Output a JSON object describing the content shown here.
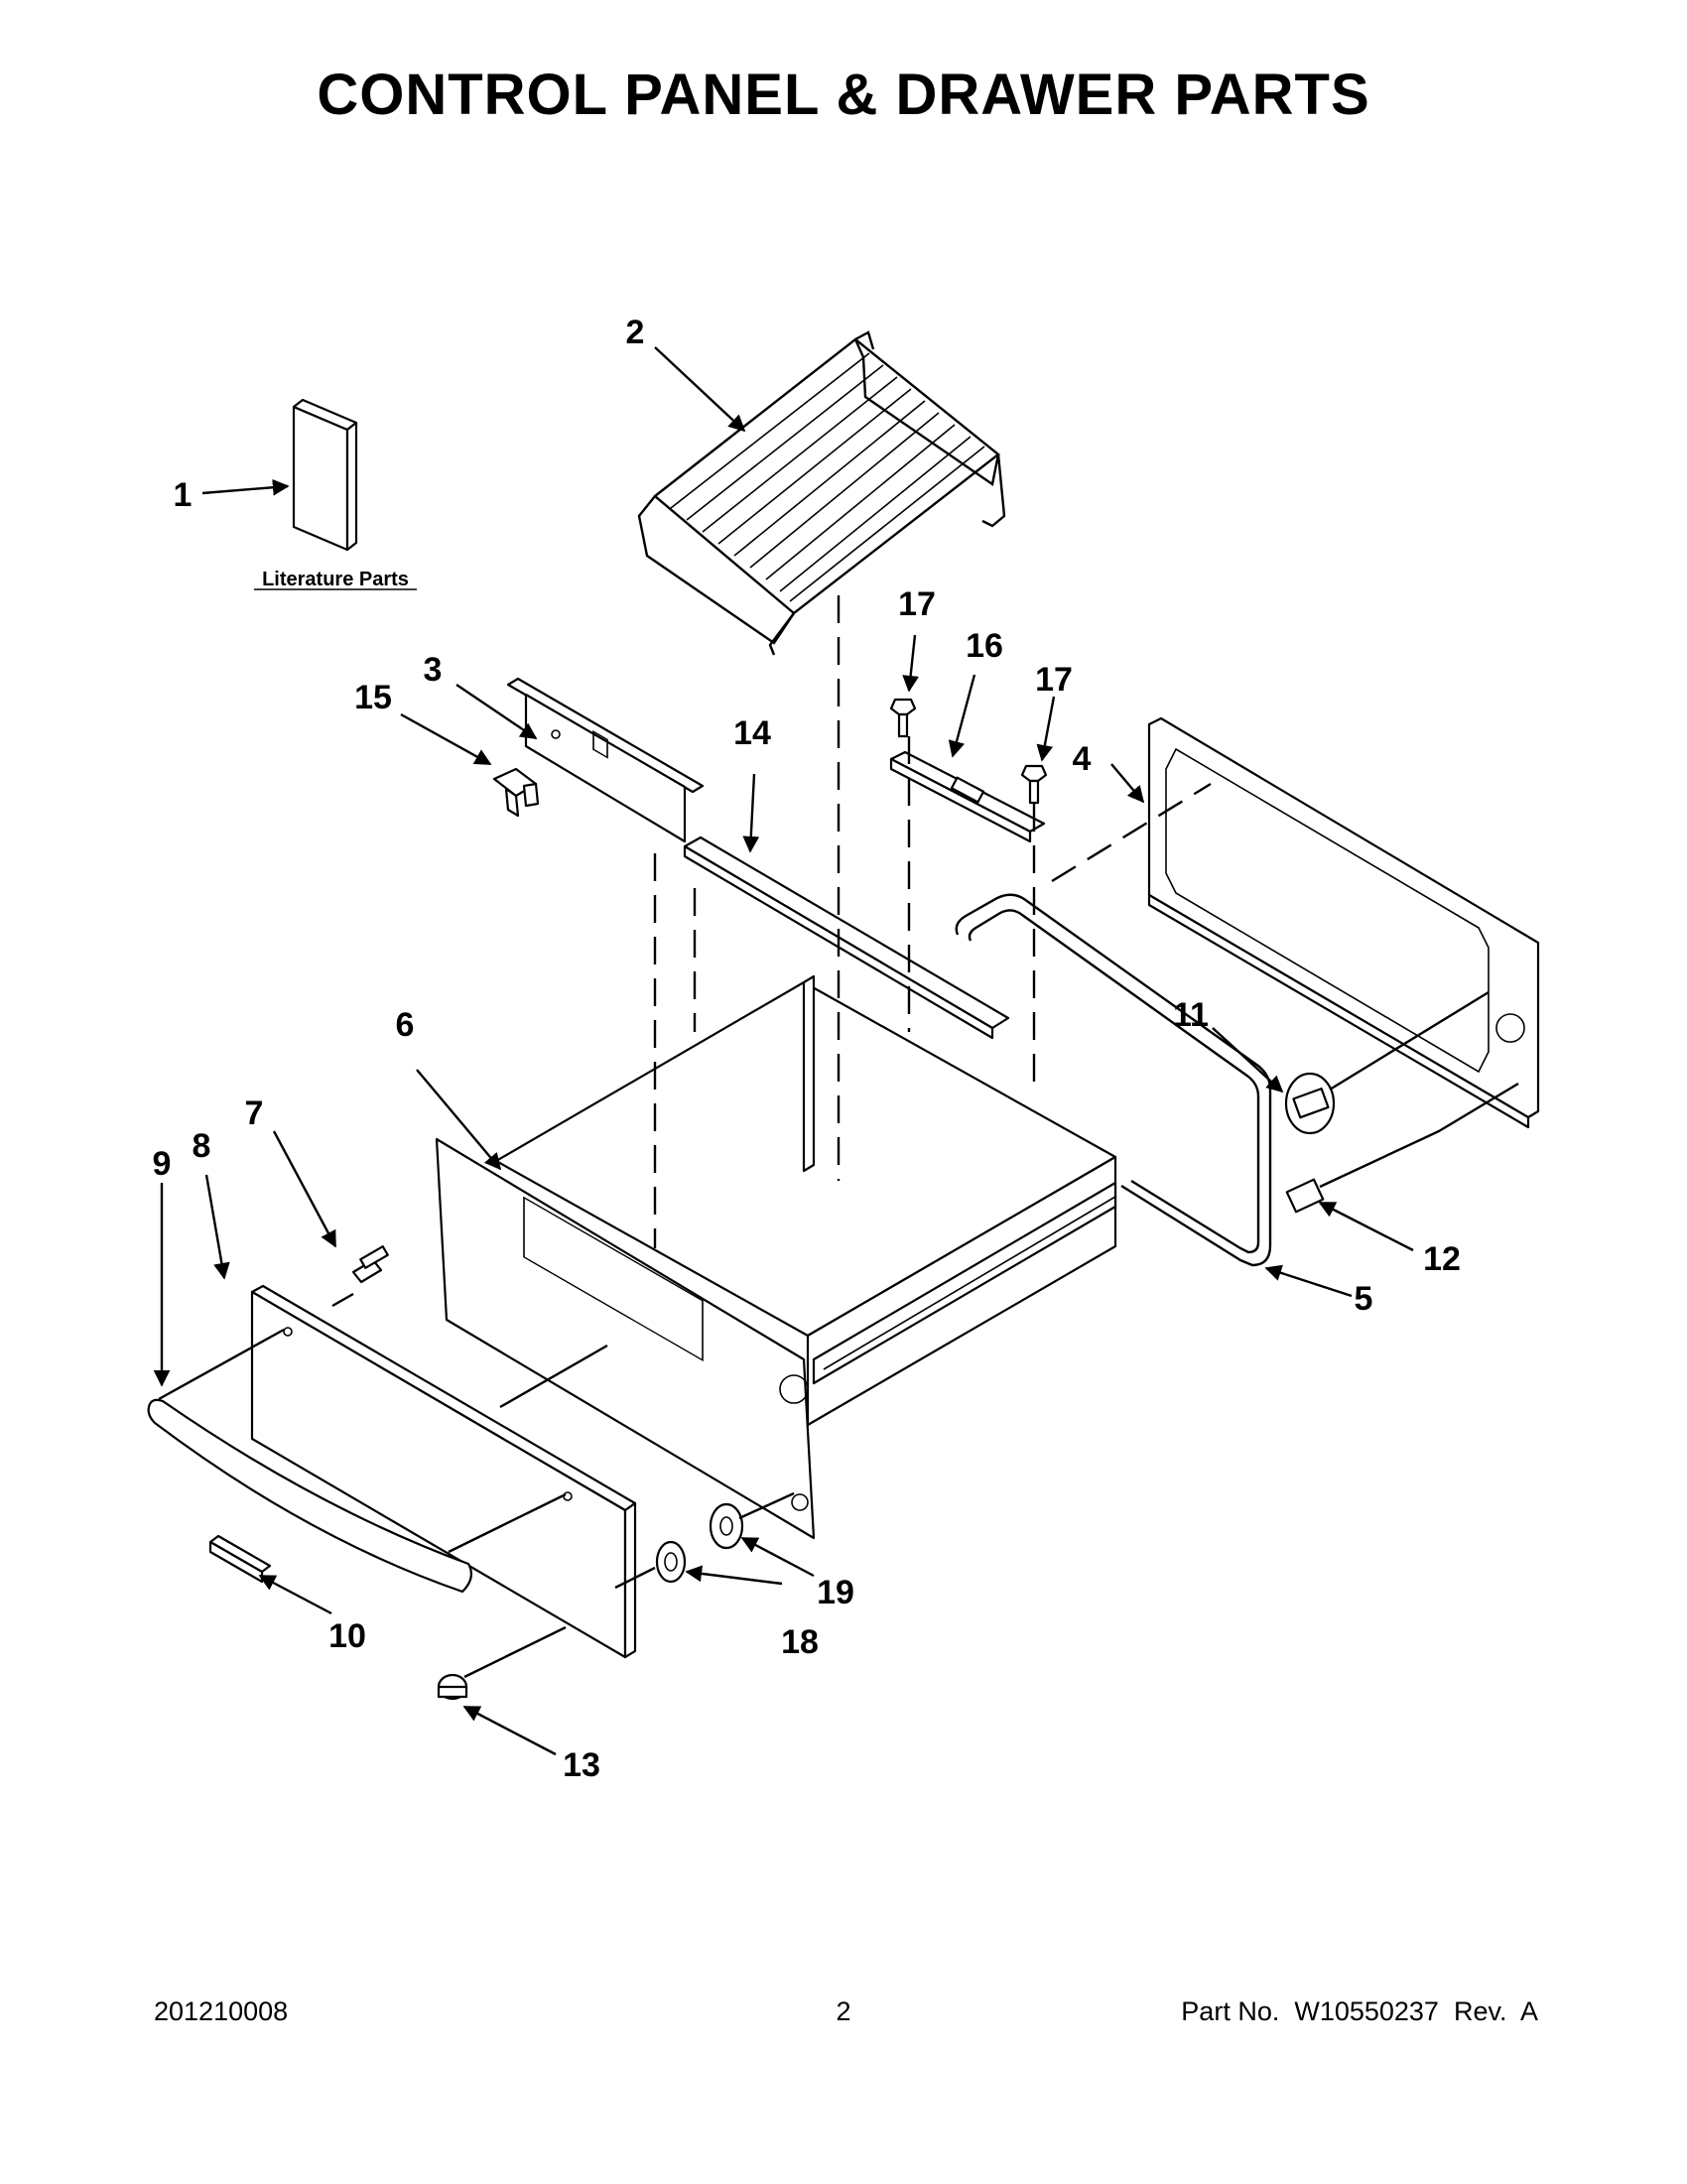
{
  "title": "CONTROL PANEL & DRAWER PARTS",
  "literature_label": "Literature Parts",
  "callouts": [
    {
      "id": "c1",
      "text": "1"
    },
    {
      "id": "c2",
      "text": "2"
    },
    {
      "id": "c3",
      "text": "3"
    },
    {
      "id": "c4",
      "text": "4"
    },
    {
      "id": "c5",
      "text": "5"
    },
    {
      "id": "c6",
      "text": "6"
    },
    {
      "id": "c7",
      "text": "7"
    },
    {
      "id": "c8",
      "text": "8"
    },
    {
      "id": "c9",
      "text": "9"
    },
    {
      "id": "c10",
      "text": "10"
    },
    {
      "id": "c11",
      "text": "11"
    },
    {
      "id": "c12",
      "text": "12"
    },
    {
      "id": "c13",
      "text": "13"
    },
    {
      "id": "c14",
      "text": "14"
    },
    {
      "id": "c15",
      "text": "15"
    },
    {
      "id": "c16",
      "text": "16"
    },
    {
      "id": "c17a",
      "text": "17"
    },
    {
      "id": "c17b",
      "text": "17"
    },
    {
      "id": "c18",
      "text": "18"
    },
    {
      "id": "c19",
      "text": "19"
    }
  ],
  "footer": {
    "left": "201210008",
    "center": "2",
    "right": "Part No.  W10550237  Rev.  A"
  }
}
